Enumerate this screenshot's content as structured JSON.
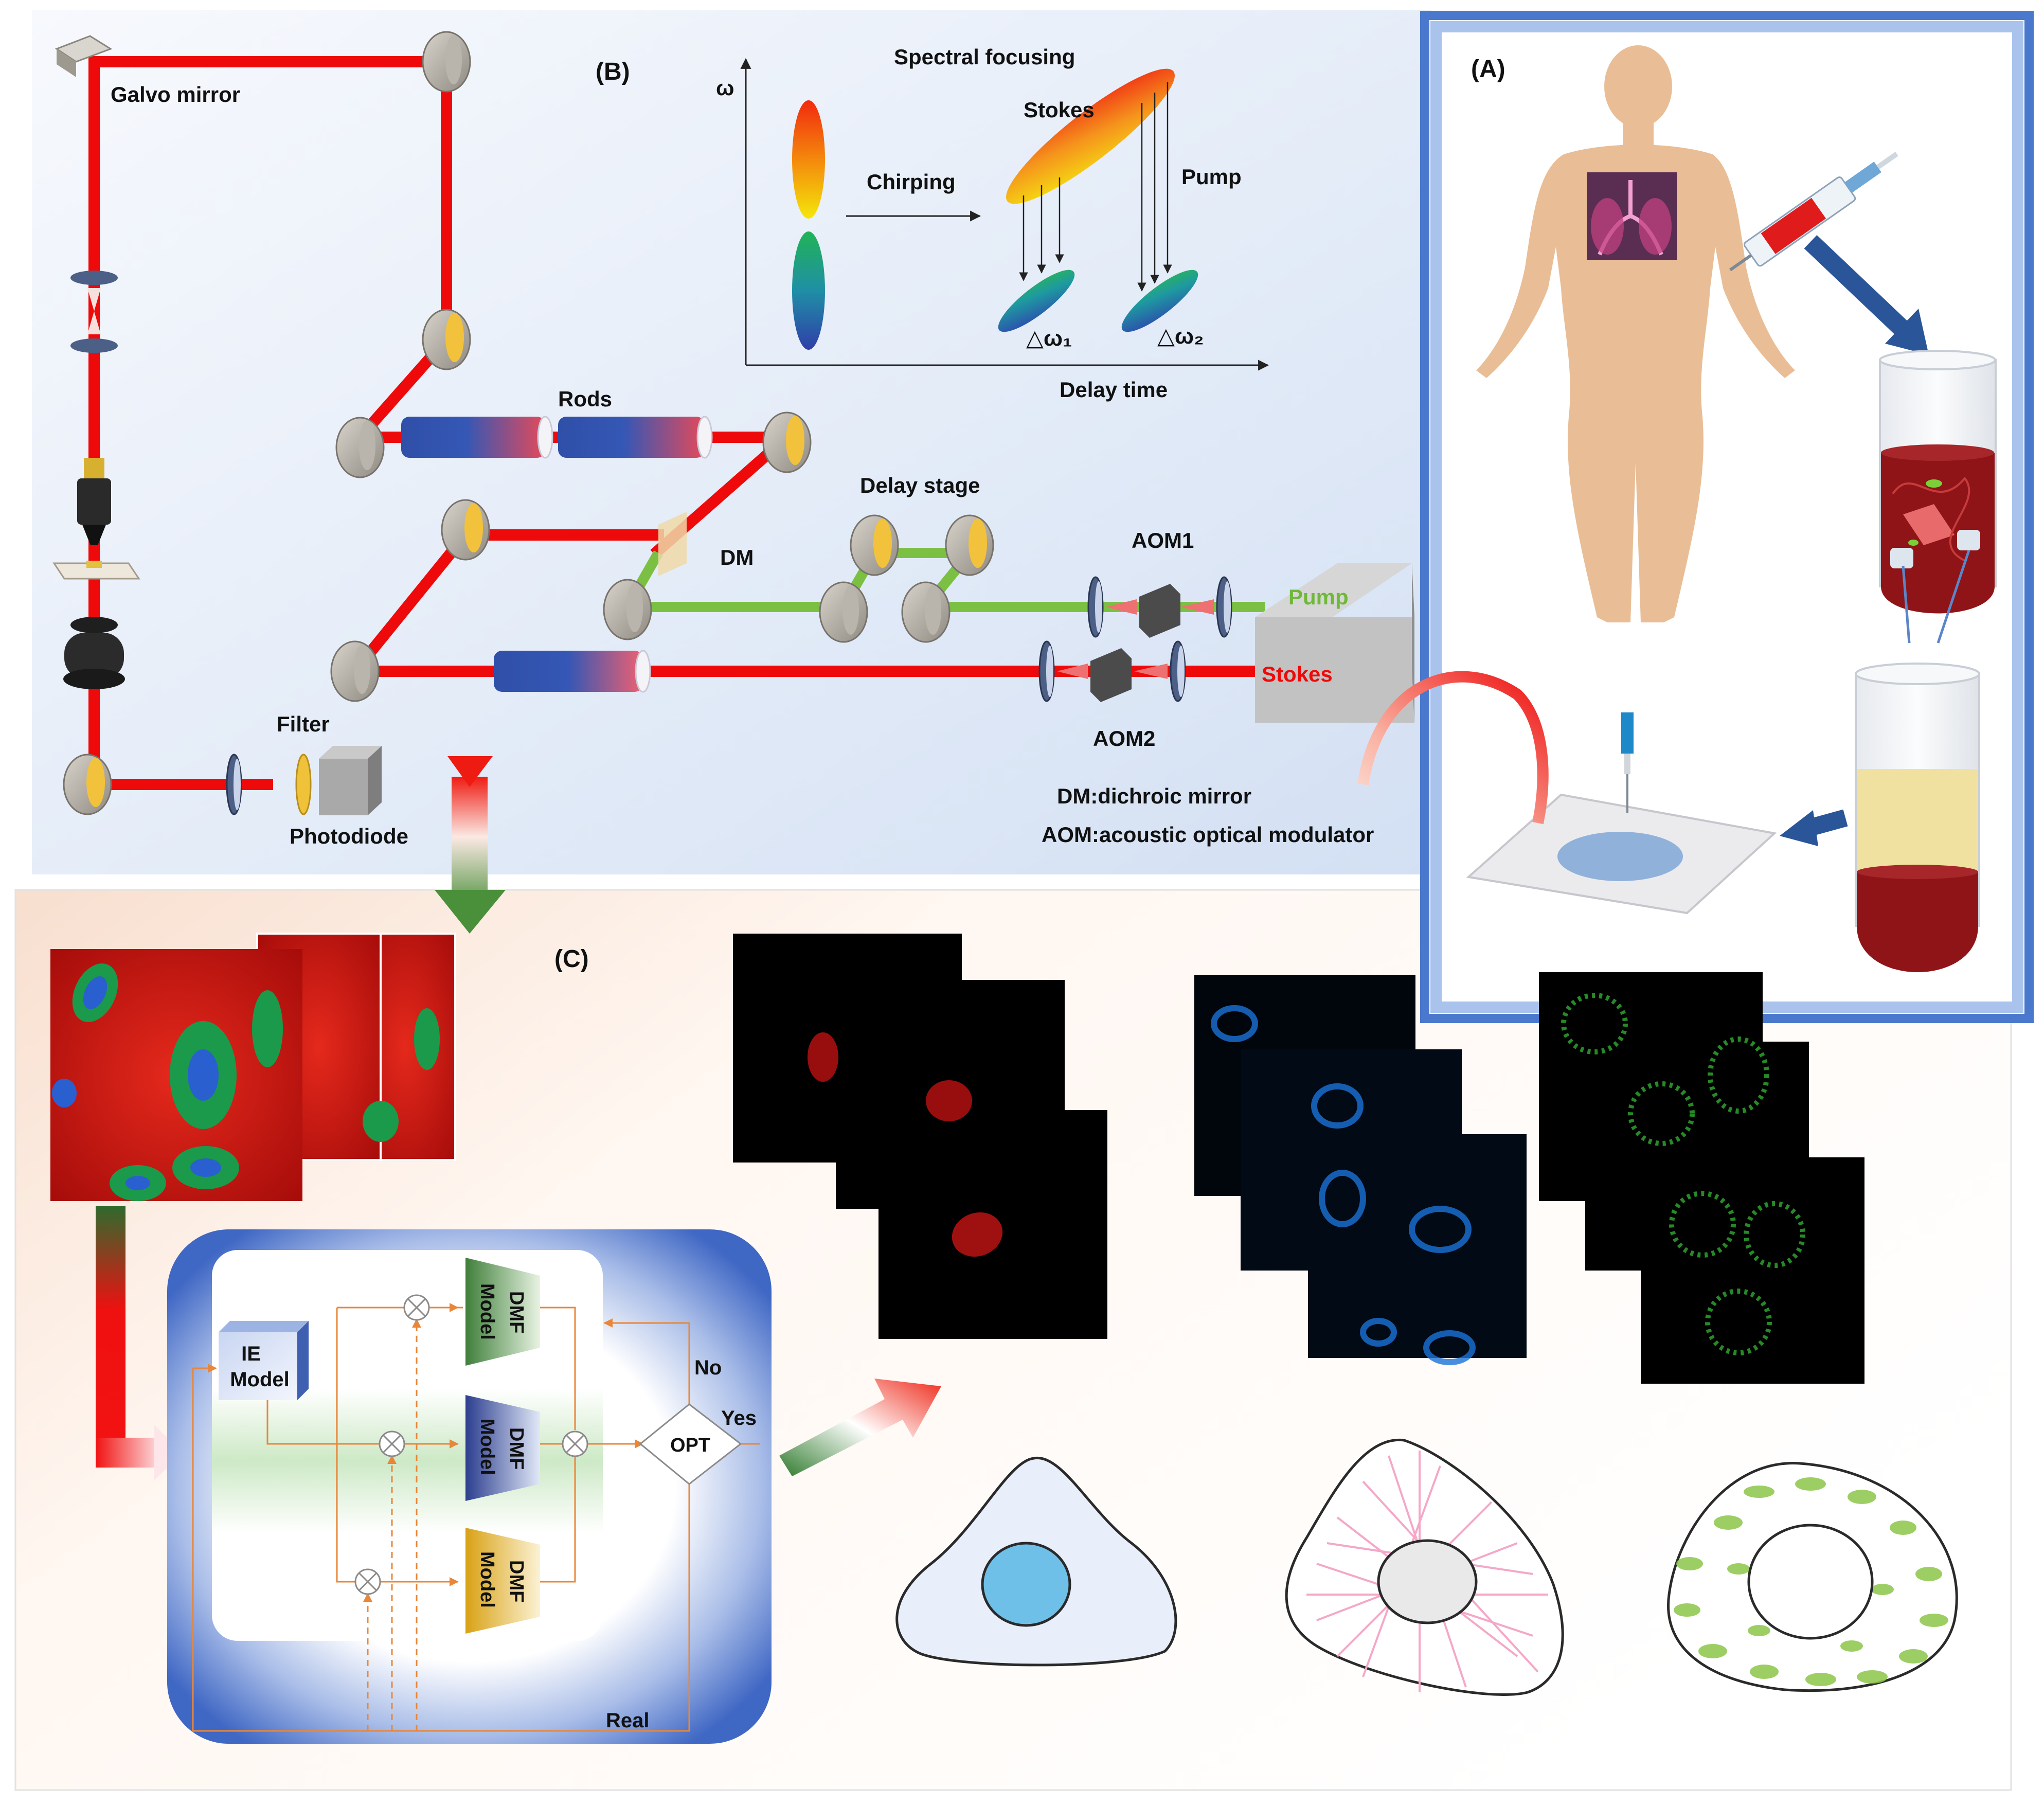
{
  "panels": {
    "a": "(A)",
    "b": "(B)",
    "c": "(C)"
  },
  "optics": {
    "galvo": "Galvo mirror",
    "rods": "Rods",
    "dm": "DM",
    "delay_stage": "Delay stage",
    "aom1": "AOM1",
    "aom2": "AOM2",
    "pump": "Pump",
    "stokes": "Stokes",
    "filter": "Filter",
    "photodiode": "Photodiode",
    "legend_dm": "DM:dichroic mirror",
    "legend_aom": "AOM:acoustic optical modulator"
  },
  "spectral": {
    "title": "Spectral focusing",
    "omega": "ω",
    "chirping": "Chirping",
    "stokes": "Stokes",
    "pump": "Pump",
    "dw1": "△ω₁",
    "dw2": "△ω₂",
    "delay": "Delay time"
  },
  "model": {
    "ie_1": "IE",
    "ie_2": "Model",
    "dmf_1": "DMF",
    "dmf_2": "Model",
    "opt": "OPT",
    "no": "No",
    "yes": "Yes",
    "real": "Real"
  },
  "colors": {
    "beam_red": "#ee0a0a",
    "beam_green": "#7bc043",
    "frame_blue": "#3f67c4",
    "flesh": "#e9be96",
    "blood": "#8e1418",
    "wire_orange": "#e8873a"
  }
}
